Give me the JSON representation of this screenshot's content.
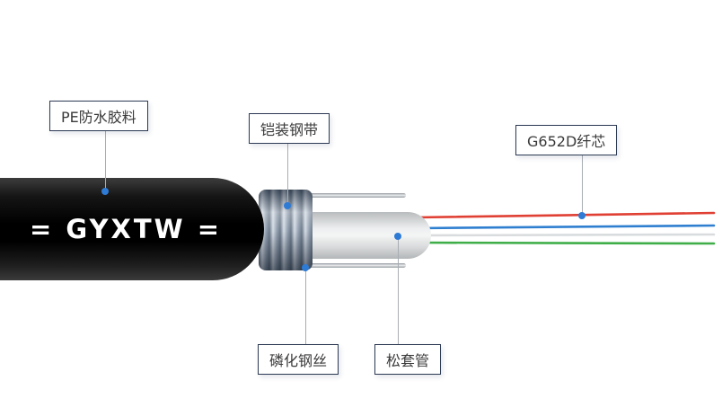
{
  "cable": {
    "jacket_label": "= GYXTW ="
  },
  "callouts": {
    "pe_jacket": "PE防水胶料",
    "armor_tape": "铠装钢带",
    "fiber_core": "G652D纤芯",
    "steel_wire": "磷化钢丝",
    "loose_tube": "松套管"
  },
  "colors": {
    "fiber_red": "#e04034",
    "fiber_blue": "#2f7fd0",
    "fiber_white": "#d9dcde",
    "fiber_green": "#3fae49",
    "dot_blue": "#2e7bd6"
  }
}
